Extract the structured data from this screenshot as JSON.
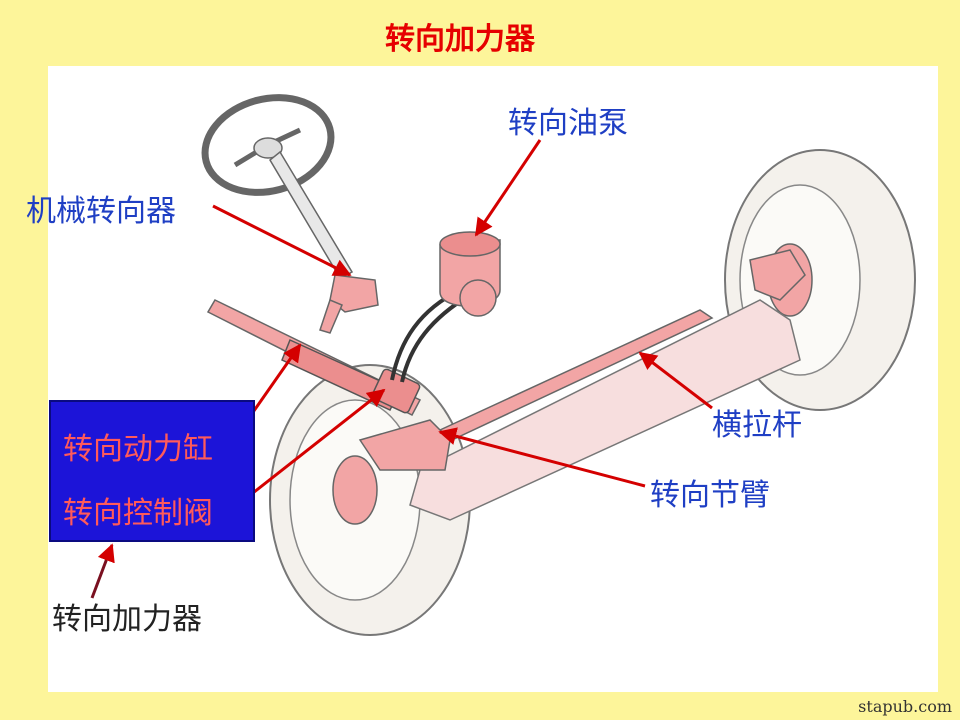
{
  "title": "转向加力器",
  "labels": {
    "pump": "转向油泵",
    "mech_gear": "机械转向器",
    "tie_rod": "横拉杆",
    "knuckle_arm": "转向节臂",
    "booster": "转向加力器"
  },
  "box": {
    "cylinder": "转向动力缸",
    "valve": "转向控制阀"
  },
  "watermark": "stapub.com",
  "colors": {
    "background": "#fdf59a",
    "title": "#e60000",
    "label": "#1f3fc4",
    "arrow": "#d40000",
    "box_fill": "#1c14d8",
    "box_text": "#ff5a5a",
    "part_fill": "#f2a5a5"
  }
}
